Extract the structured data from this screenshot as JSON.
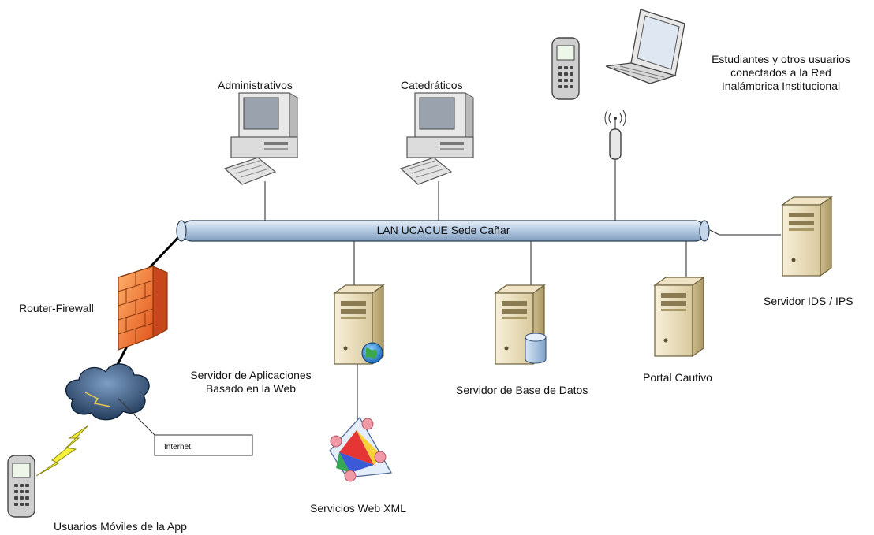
{
  "labels": {
    "lan": "LAN UCACUE Sede Cañar",
    "administrativos": "Administrativos",
    "catedraticos": "Catedráticos",
    "wireless_users": [
      "Estudiantes y otros usuarios",
      "conectados a la Red",
      "Inalámbrica Institucional"
    ],
    "router_firewall": "Router-Firewall",
    "app_server": [
      "Servidor de Aplicaciones",
      "Basado en la Web"
    ],
    "db_server": "Servidor de Base de Datos",
    "captive_portal": "Portal Cautivo",
    "ids_ips": "Servidor IDS / IPS",
    "internet": "Internet",
    "xml_services": "Servicios Web XML",
    "mobile_users": "Usuarios Móviles de la App"
  }
}
